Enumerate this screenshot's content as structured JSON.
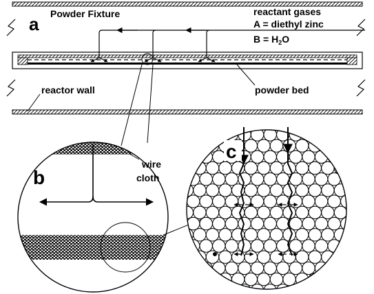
{
  "panel_a": {
    "letter": "a",
    "title": "Powder Fixture",
    "gases_title": "reactant gases",
    "gas_a": "A = diethyl zinc",
    "gas_b_prefix": "B = H",
    "gas_b_sub": "2",
    "gas_b_suffix": "O",
    "reactor_wall": "reactor wall",
    "powder_bed": "powder bed"
  },
  "panel_b": {
    "letter": "b",
    "wire_line1": "wire",
    "wire_line2": "cloth"
  },
  "panel_c": {
    "letter": "c"
  }
}
